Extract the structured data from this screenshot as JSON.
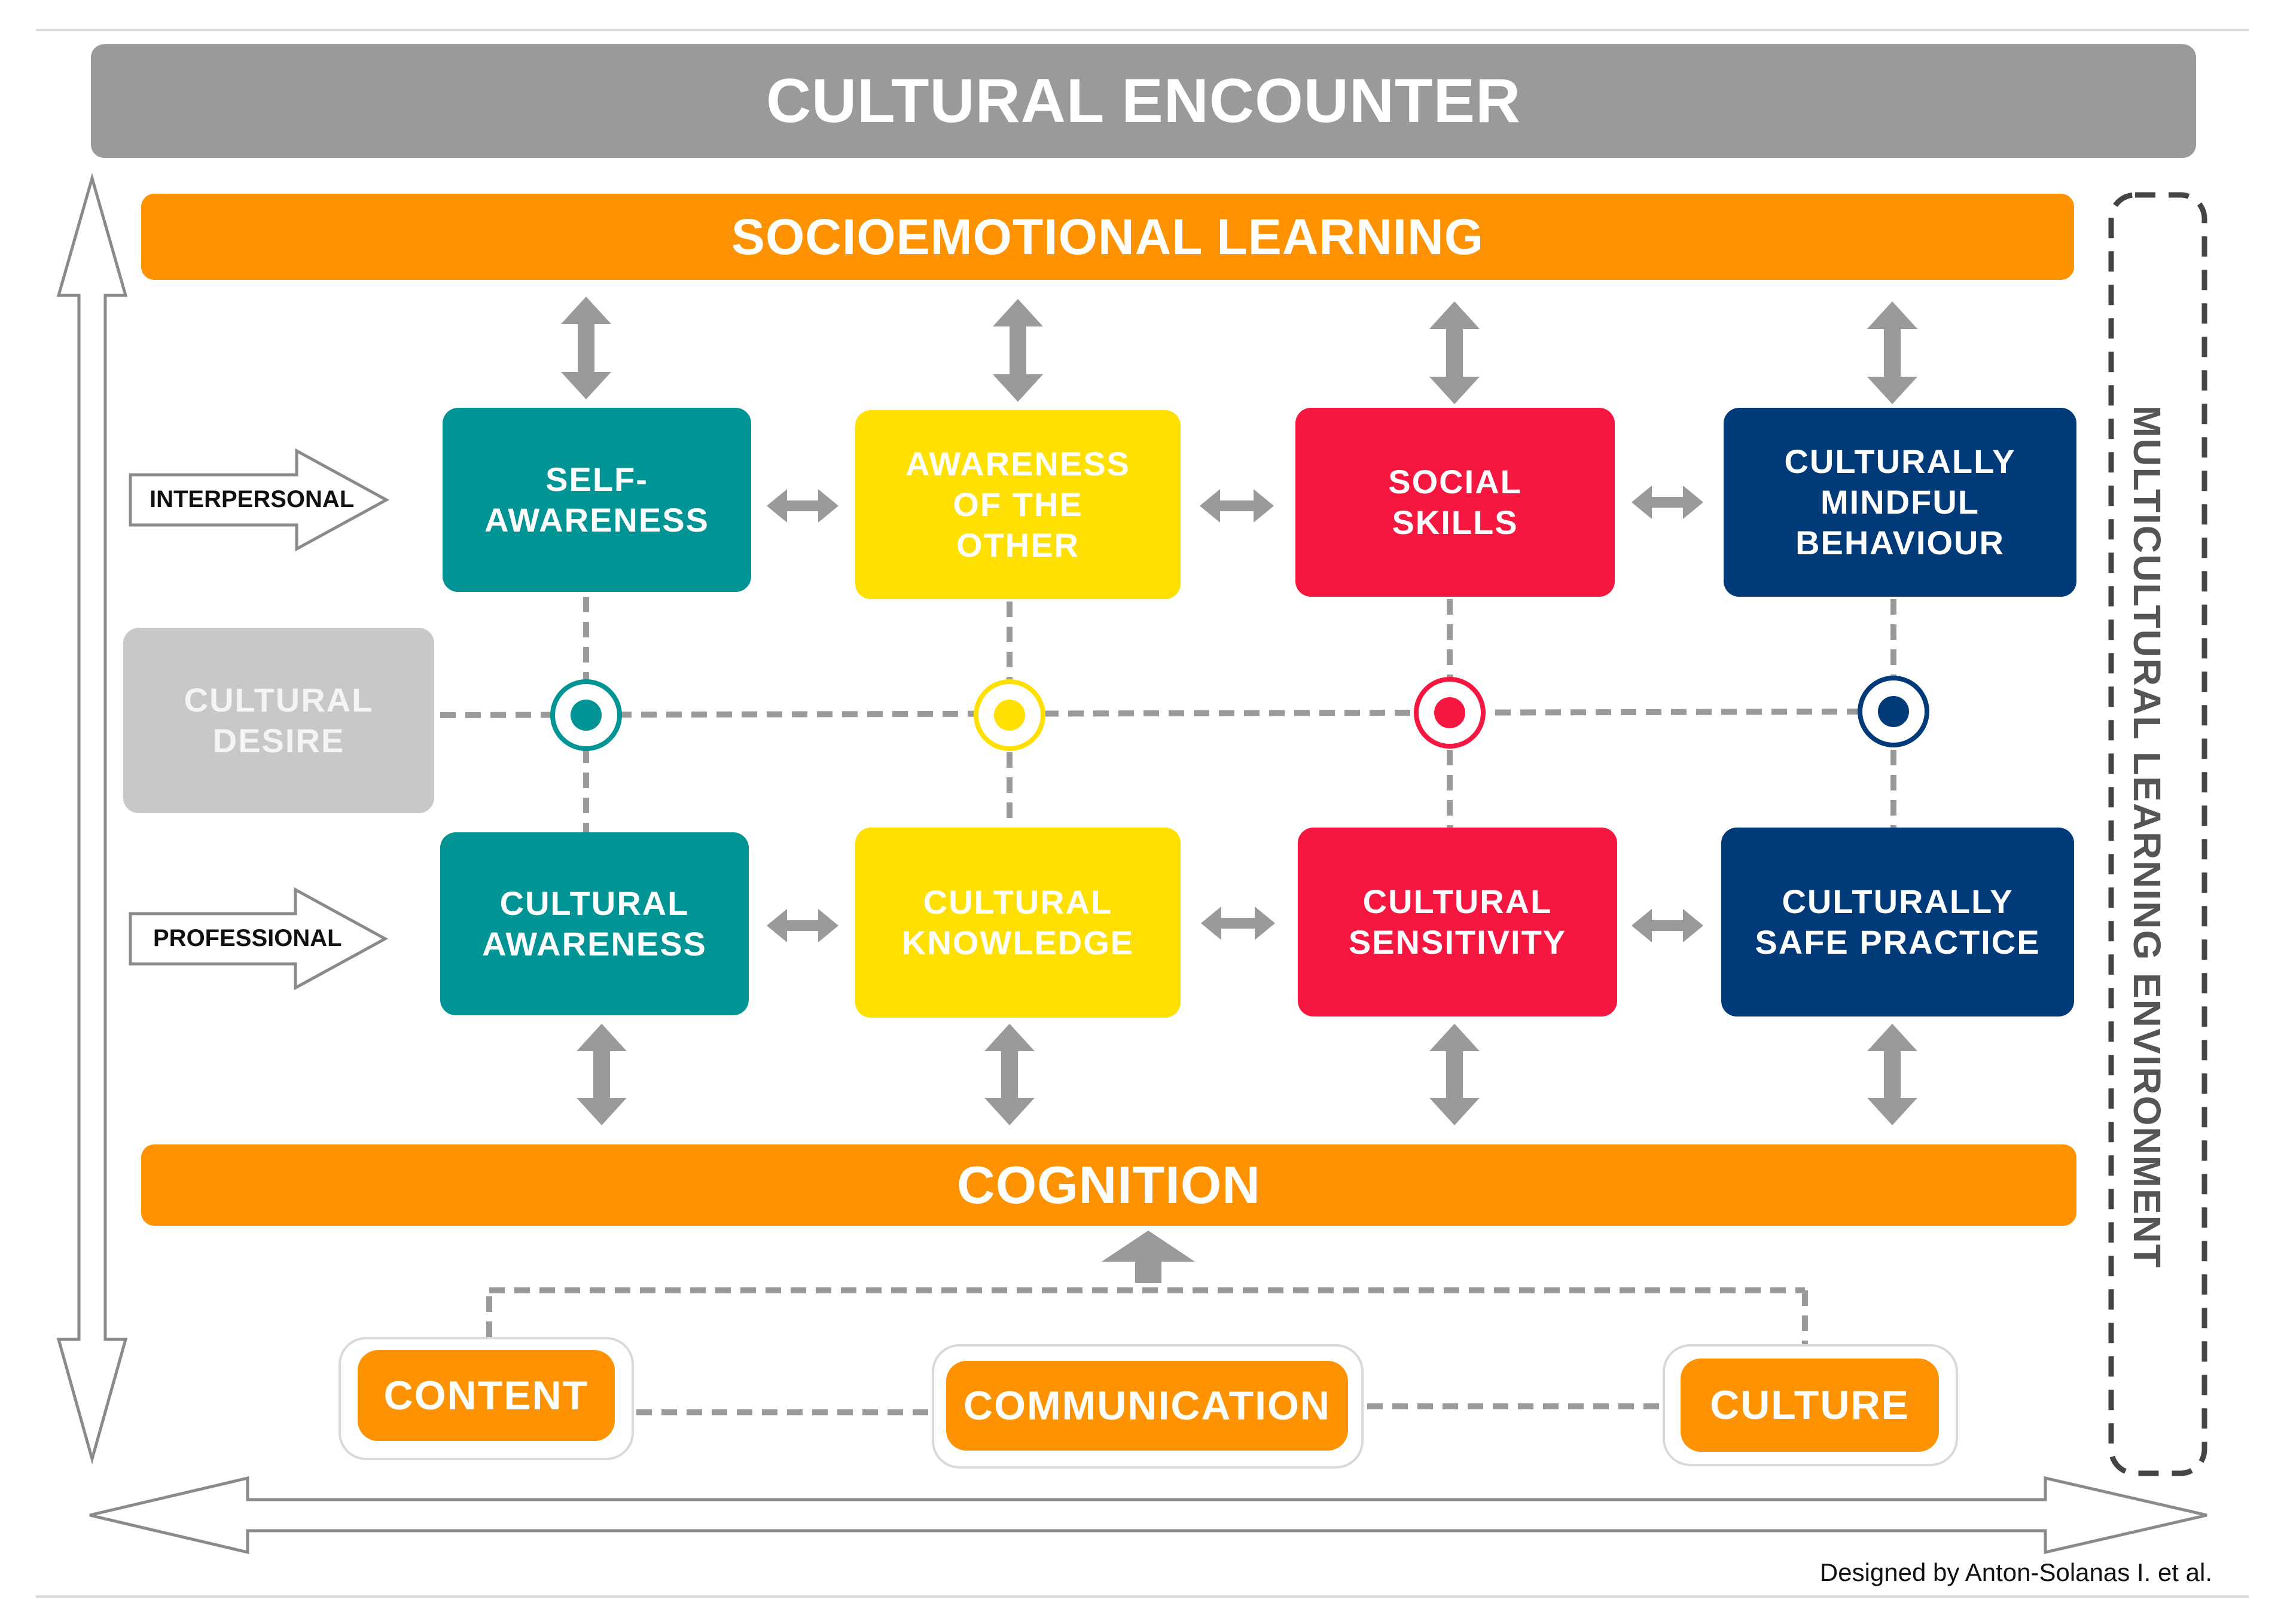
{
  "colors": {
    "teal": "#009494",
    "yellow": "#ffe000",
    "red": "#f5173f",
    "navy": "#003a78",
    "orange": "#ff9200",
    "gray": "#9a9a9a",
    "light_gray": "#c8c8c8"
  },
  "title": "CULTURAL ENCOUNTER",
  "top_layer": "SOCIOEMOTIONAL LEARNING",
  "bottom_layer": "COGNITION",
  "side_label": "MULTICULTURAL LEARNING ENVIRONMENT",
  "cultural_desire": "CULTURAL DESIRE",
  "rows": {
    "interpersonal": {
      "label": "INTERPERSONAL",
      "boxes": [
        "SELF-\nAWARENESS",
        "AWARENESS\nOF THE\nOTHER",
        "SOCIAL\nSKILLS",
        "CULTURALLY\nMINDFUL\nBEHAVIOUR"
      ]
    },
    "professional": {
      "label": "PROFESSIONAL",
      "boxes": [
        "CULTURAL\nAWARENESS",
        "CULTURAL\nKNOWLEDGE",
        "CULTURAL\nSENSITIVITY",
        "CULTURALLY\nSAFE PRACTICE"
      ]
    }
  },
  "pillars": [
    "CONTENT",
    "COMMUNICATION",
    "CULTURE"
  ],
  "credit": "Designed by Anton-Solanas I. et al."
}
